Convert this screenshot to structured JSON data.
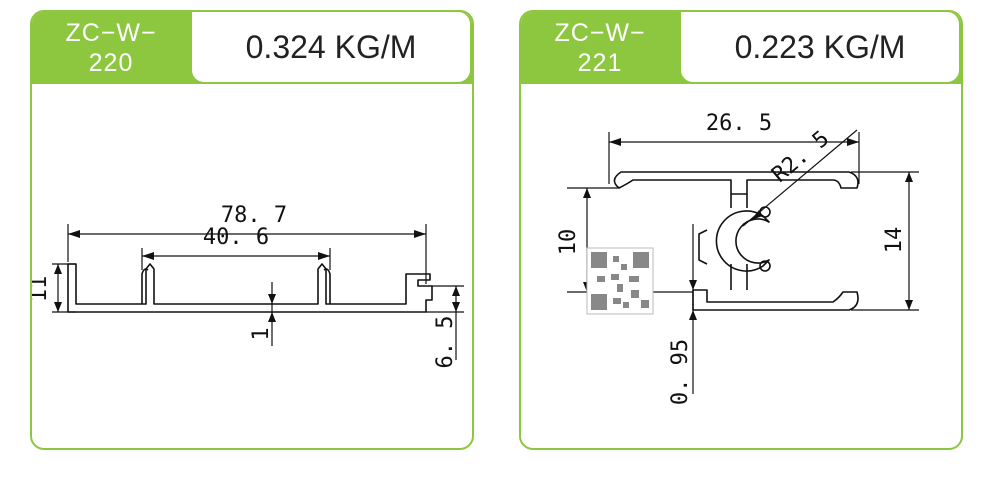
{
  "products": [
    {
      "code_line1": "ZC−W−",
      "code_line2": "220",
      "weight": "0.324 KG/M",
      "dimensions": {
        "width": "78. 7",
        "inner": "40. 6",
        "height": "11",
        "thickness": "1",
        "step": "6. 5"
      }
    },
    {
      "code_line1": "ZC−W−",
      "code_line2": "221",
      "weight": "0.223 KG/M",
      "dimensions": {
        "width": "26. 5",
        "radius": "R2. 5",
        "inner_height": "10",
        "height": "14",
        "thickness": "0. 95"
      }
    }
  ],
  "colors": {
    "accent": "#8dc63f",
    "ink": "#111111"
  }
}
